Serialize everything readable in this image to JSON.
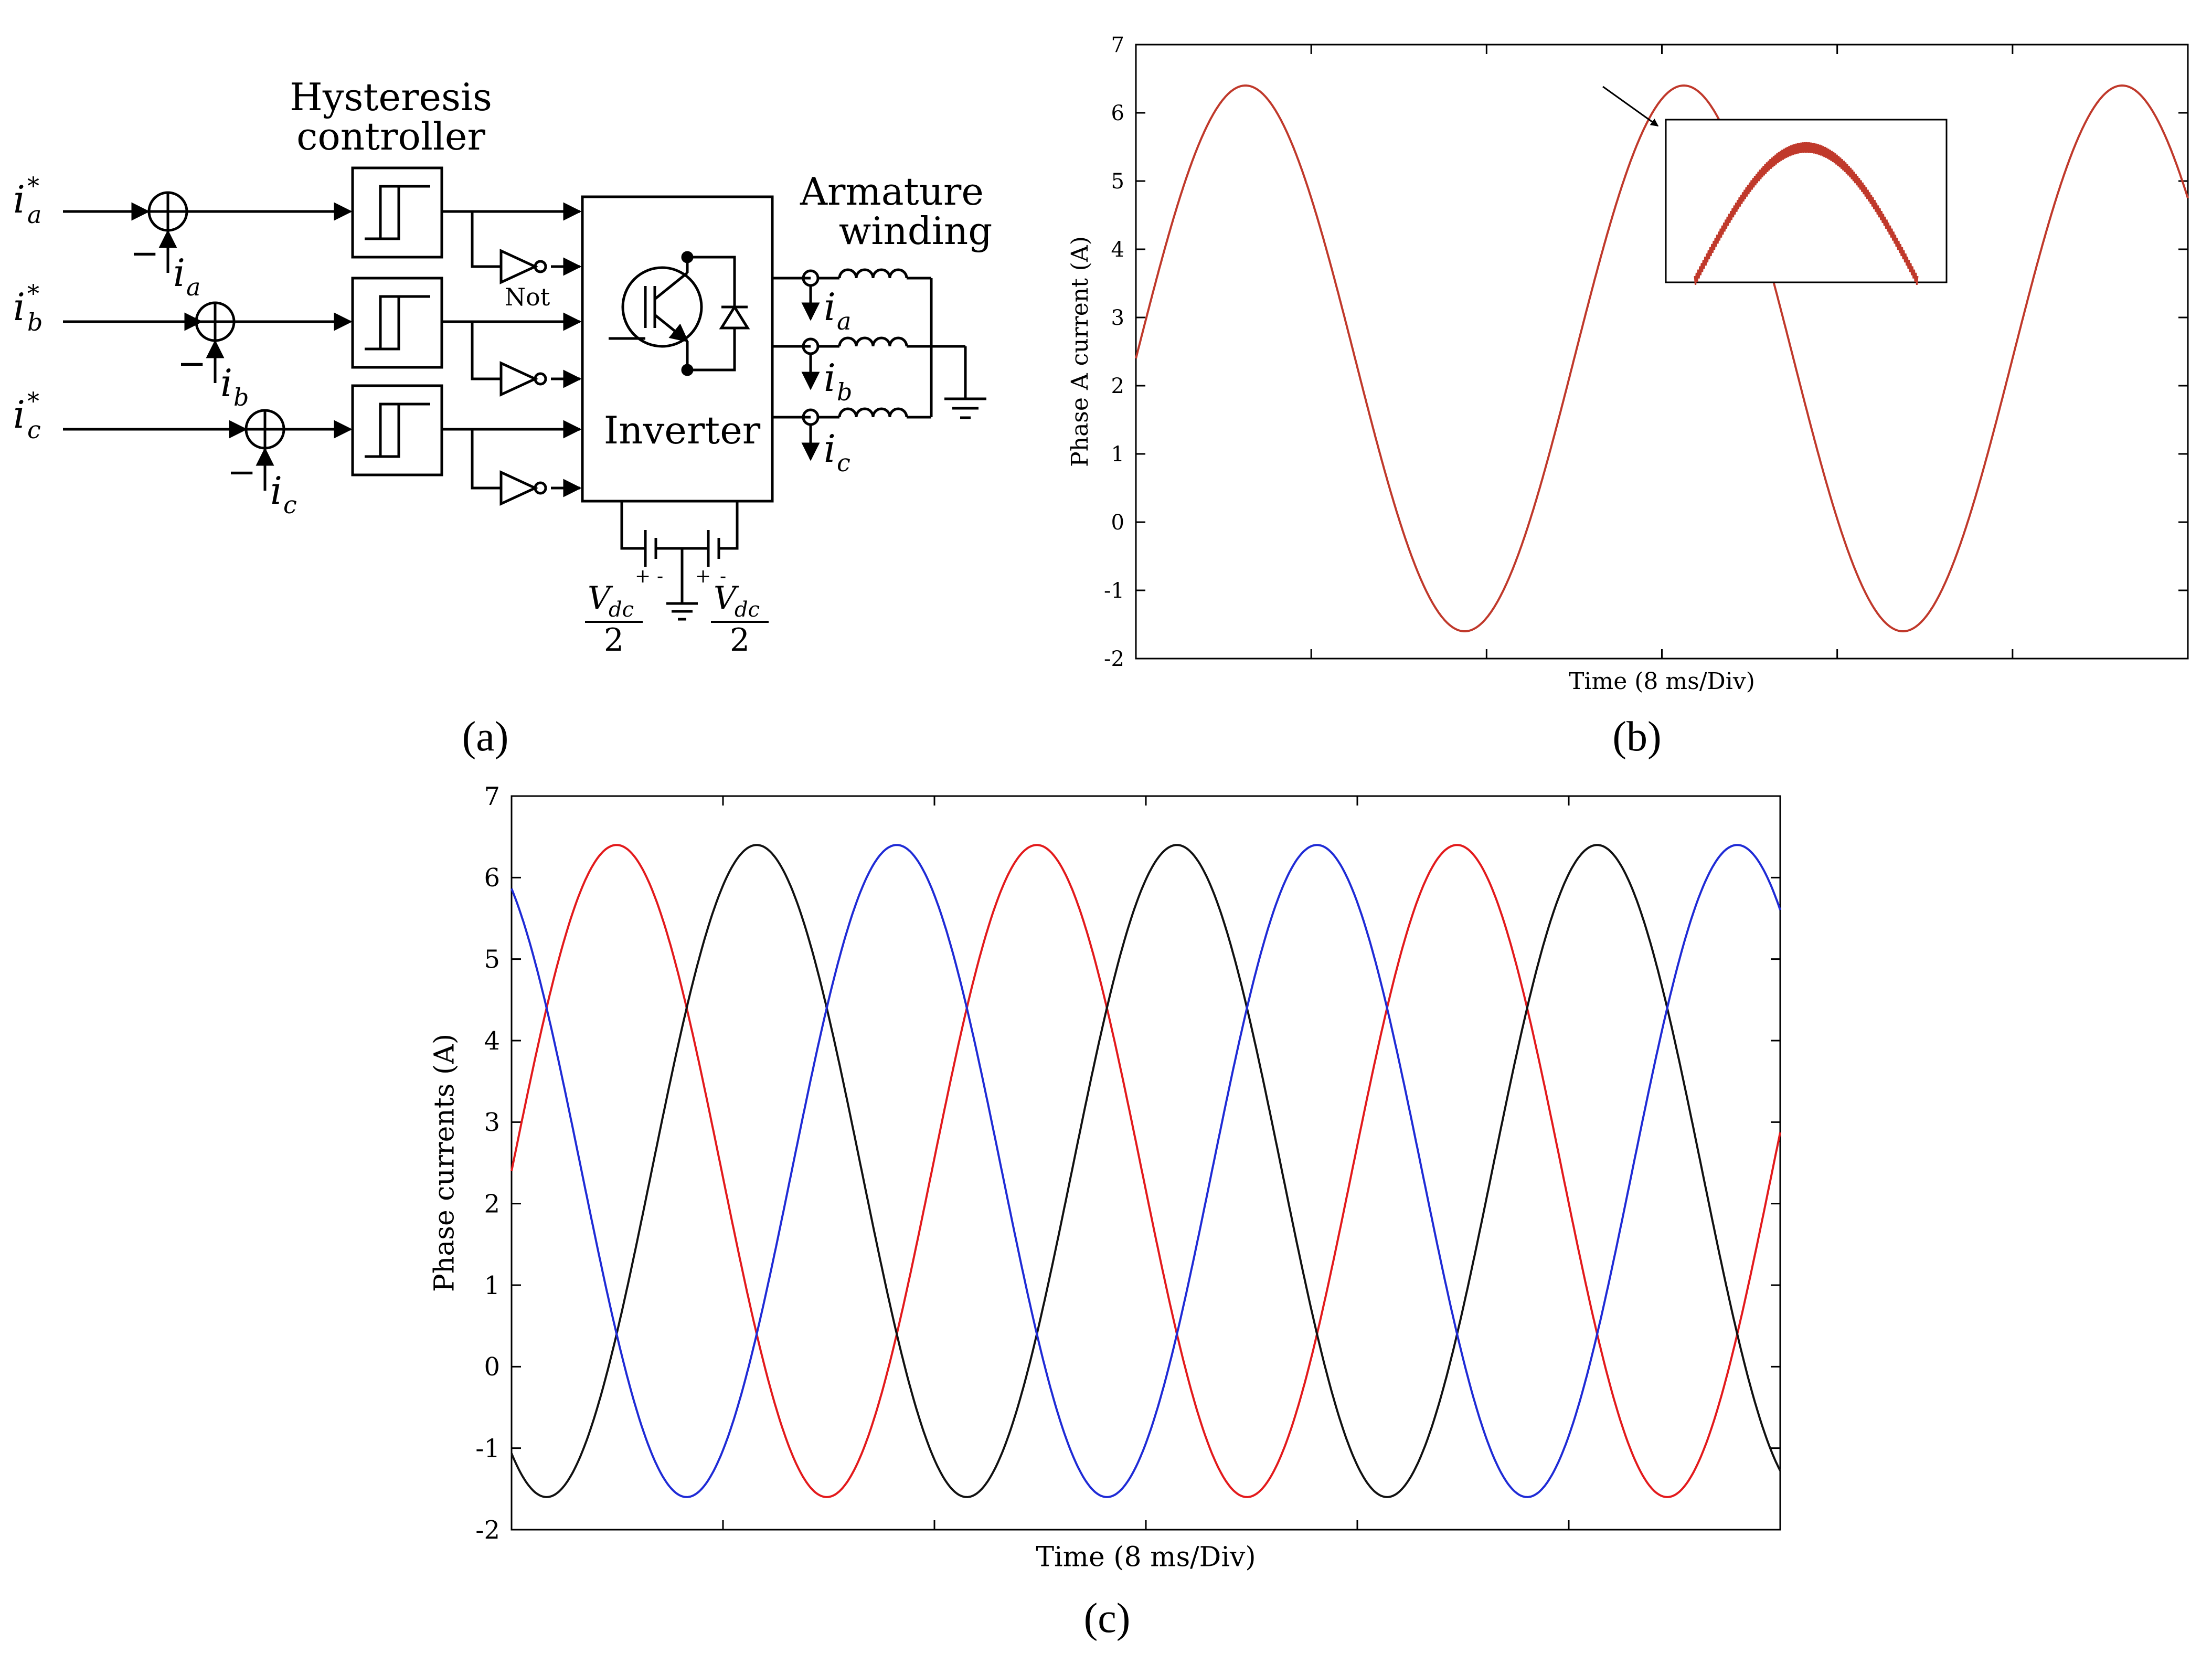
{
  "panel_a": {
    "panel_label": "(a)",
    "controller_title_line1": "Hysteresis",
    "controller_title_line2": "controller",
    "armature_title_line1": "Armature",
    "armature_title_line2": "winding",
    "inverter_label": "Inverter",
    "not_label": "Not",
    "ref_a": "i",
    "ref_b": "i",
    "ref_c": "i",
    "ref_sub_a": "a",
    "ref_sub_b": "b",
    "ref_sub_c": "c",
    "ref_star": "*",
    "fb_a": "i",
    "fb_b": "i",
    "fb_c": "i",
    "fb_sub_a": "a",
    "fb_sub_b": "b",
    "fb_sub_c": "c",
    "minus": "−",
    "vdc_num": "V",
    "vdc_sub": "dc",
    "vdc_den": "2",
    "plus": "+",
    "neg": "-"
  },
  "panel_b_label": "(b)",
  "panel_c_label": "(c)",
  "colors": {
    "red": "#e31a1c",
    "black": "#111111",
    "blue": "#1f2bd6"
  },
  "chart_data": [
    {
      "type": "line",
      "ylabel": "Phase A current (A)",
      "xlabel": "Time (8 ms/Div)",
      "ylim": [
        -2,
        7
      ],
      "yticks": [
        "-2",
        "-1",
        "0",
        "1",
        "2",
        "3",
        "4",
        "5",
        "6",
        "7"
      ],
      "xlim": [
        0,
        48
      ],
      "grid": false,
      "inset": "zoom of peak, upper right",
      "series": [
        {
          "color": "#c0392b",
          "offset": 2.4,
          "amplitude": 4.0,
          "period_ms": 20,
          "phase_deg": 0
        }
      ]
    },
    {
      "type": "line",
      "ylabel": "Phase currents (A)",
      "xlabel": "Time (8 ms/Div)",
      "ylim": [
        -2,
        7
      ],
      "yticks": [
        "-2",
        "-1",
        "0",
        "1",
        "2",
        "3",
        "4",
        "5",
        "6",
        "7"
      ],
      "xlim": [
        0,
        48
      ],
      "grid": false,
      "series": [
        {
          "color": "#e31a1c",
          "offset": 2.4,
          "amplitude": 4.0,
          "period_ms": 15.9,
          "phase_deg": 0
        },
        {
          "color": "#111111",
          "offset": 2.4,
          "amplitude": 4.0,
          "period_ms": 15.9,
          "phase_deg": -120
        },
        {
          "color": "#1f2bd6",
          "offset": 2.4,
          "amplitude": 4.0,
          "period_ms": 15.9,
          "phase_deg": 120
        }
      ]
    }
  ]
}
